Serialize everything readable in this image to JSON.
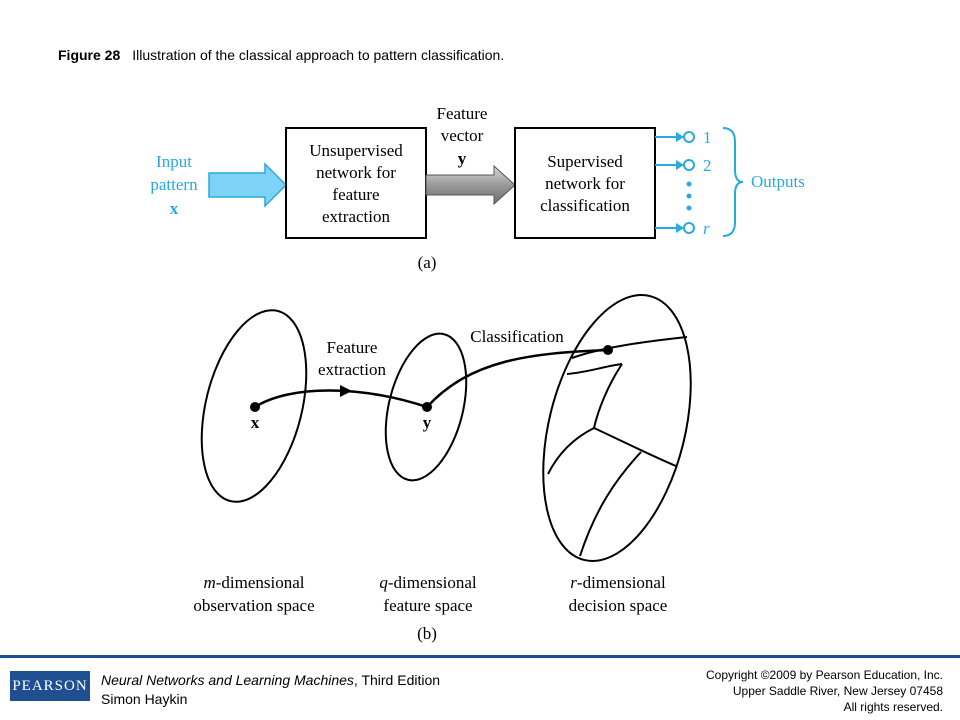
{
  "caption": {
    "figure_number": "Figure 28",
    "text": "Illustration of the classical approach to pattern classification."
  },
  "part_a": {
    "input_label": [
      "Input",
      "pattern",
      "x"
    ],
    "box1_label": [
      "Unsupervised",
      "network for",
      "feature",
      "extraction"
    ],
    "feature_vector_label": [
      "Feature",
      "vector",
      "y"
    ],
    "box2_label": [
      "Supervised",
      "network for",
      "classification"
    ],
    "output_indices": [
      "1",
      "2",
      "r"
    ],
    "outputs_label": "Outputs",
    "sublabel": "(a)",
    "input_color": "#29a9e1"
  },
  "part_b": {
    "feature_extraction_label": [
      "Feature",
      "extraction"
    ],
    "classification_label": "Classification",
    "point_x": "x",
    "point_y": "y",
    "space1_label": [
      "m-dimensional",
      "observation space"
    ],
    "space2_label": [
      "q-dimensional",
      "feature space"
    ],
    "space3_label": [
      "r-dimensional",
      "decision space"
    ],
    "sublabel": "(b)"
  },
  "footer": {
    "publisher_logo": "PEARSON",
    "book_title": "Neural Networks and Learning Machines",
    "edition": ", Third Edition",
    "author": "Simon Haykin",
    "copyright_lines": [
      "Copyright ©2009 by Pearson Education, Inc.",
      "Upper Saddle River, New Jersey 07458",
      "All rights reserved."
    ],
    "brand_color": "#1d4f91"
  }
}
